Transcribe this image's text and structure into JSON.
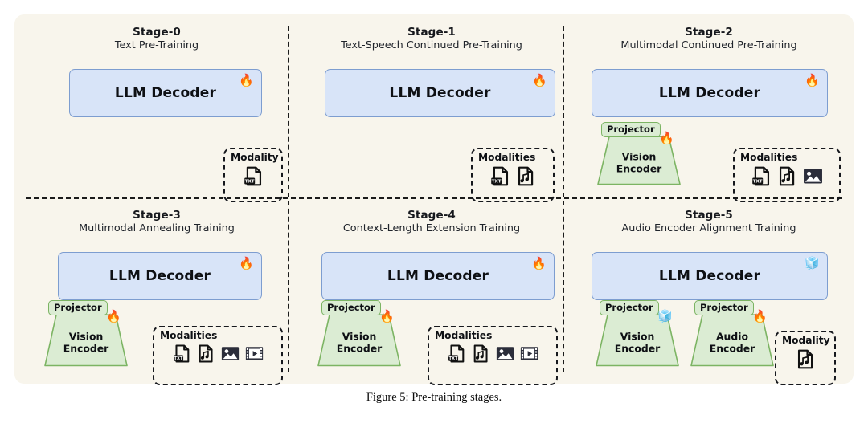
{
  "figure": {
    "caption": "Figure 5: Pre-training stages.",
    "background": "#f8f5ec",
    "decoder_fill": "#d8e4f8",
    "decoder_border": "#7d9dd0",
    "encoder_fill": "#dbecd3",
    "encoder_border": "#7cb463",
    "divider_color": "#1b1b1b"
  },
  "labels": {
    "llm_decoder": "LLM Decoder",
    "projector": "Projector",
    "vision_encoder": "Vision\nEncoder",
    "vision_encoder_line1": "Vision",
    "vision_encoder_line2": "Encoder",
    "audio_encoder_line1": "Audio",
    "audio_encoder_line2": "Encoder",
    "modality_singular": "Modality",
    "modality_plural": "Modalities",
    "trainable_icon": "fire-icon",
    "frozen_icon": "ice-icon",
    "trainable_glyph": "🔥",
    "frozen_glyph": "🧊"
  },
  "stages": [
    {
      "id": "stage-0",
      "title": "Stage-0",
      "subtitle": "Text Pre-Training",
      "decoder": {
        "label": "LLM Decoder",
        "state": "trainable"
      },
      "encoders": [],
      "modality": {
        "title": "Modality",
        "icons": [
          "text-file-icon"
        ]
      }
    },
    {
      "id": "stage-1",
      "title": "Stage-1",
      "subtitle": "Text-Speech Continued Pre-Training",
      "decoder": {
        "label": "LLM Decoder",
        "state": "trainable"
      },
      "encoders": [],
      "modality": {
        "title": "Modalities",
        "icons": [
          "text-file-icon",
          "audio-file-icon"
        ]
      }
    },
    {
      "id": "stage-2",
      "title": "Stage-2",
      "subtitle": "Multimodal Continued Pre-Training",
      "decoder": {
        "label": "LLM Decoder",
        "state": "trainable"
      },
      "encoders": [
        {
          "projector": "Projector",
          "line1": "Vision",
          "line2": "Encoder",
          "state": "trainable"
        }
      ],
      "modality": {
        "title": "Modalities",
        "icons": [
          "text-file-icon",
          "audio-file-icon",
          "image-icon"
        ]
      }
    },
    {
      "id": "stage-3",
      "title": "Stage-3",
      "subtitle": "Multimodal Annealing Training",
      "decoder": {
        "label": "LLM Decoder",
        "state": "trainable"
      },
      "encoders": [
        {
          "projector": "Projector",
          "line1": "Vision",
          "line2": "Encoder",
          "state": "trainable"
        }
      ],
      "modality": {
        "title": "Modalities",
        "icons": [
          "text-file-icon",
          "audio-file-icon",
          "image-icon",
          "video-icon"
        ]
      }
    },
    {
      "id": "stage-4",
      "title": "Stage-4",
      "subtitle": "Context-Length Extension Training",
      "decoder": {
        "label": "LLM Decoder",
        "state": "trainable"
      },
      "encoders": [
        {
          "projector": "Projector",
          "line1": "Vision",
          "line2": "Encoder",
          "state": "trainable"
        }
      ],
      "modality": {
        "title": "Modalities",
        "icons": [
          "text-file-icon",
          "audio-file-icon",
          "image-icon",
          "video-icon"
        ]
      }
    },
    {
      "id": "stage-5",
      "title": "Stage-5",
      "subtitle": "Audio Encoder Alignment Training",
      "decoder": {
        "label": "LLM Decoder",
        "state": "frozen"
      },
      "encoders": [
        {
          "projector": "Projector",
          "line1": "Vision",
          "line2": "Encoder",
          "state": "frozen"
        },
        {
          "projector": "Projector",
          "line1": "Audio",
          "line2": "Encoder",
          "state": "trainable"
        }
      ],
      "modality": {
        "title": "Modality",
        "icons": [
          "audio-file-icon"
        ]
      }
    }
  ]
}
